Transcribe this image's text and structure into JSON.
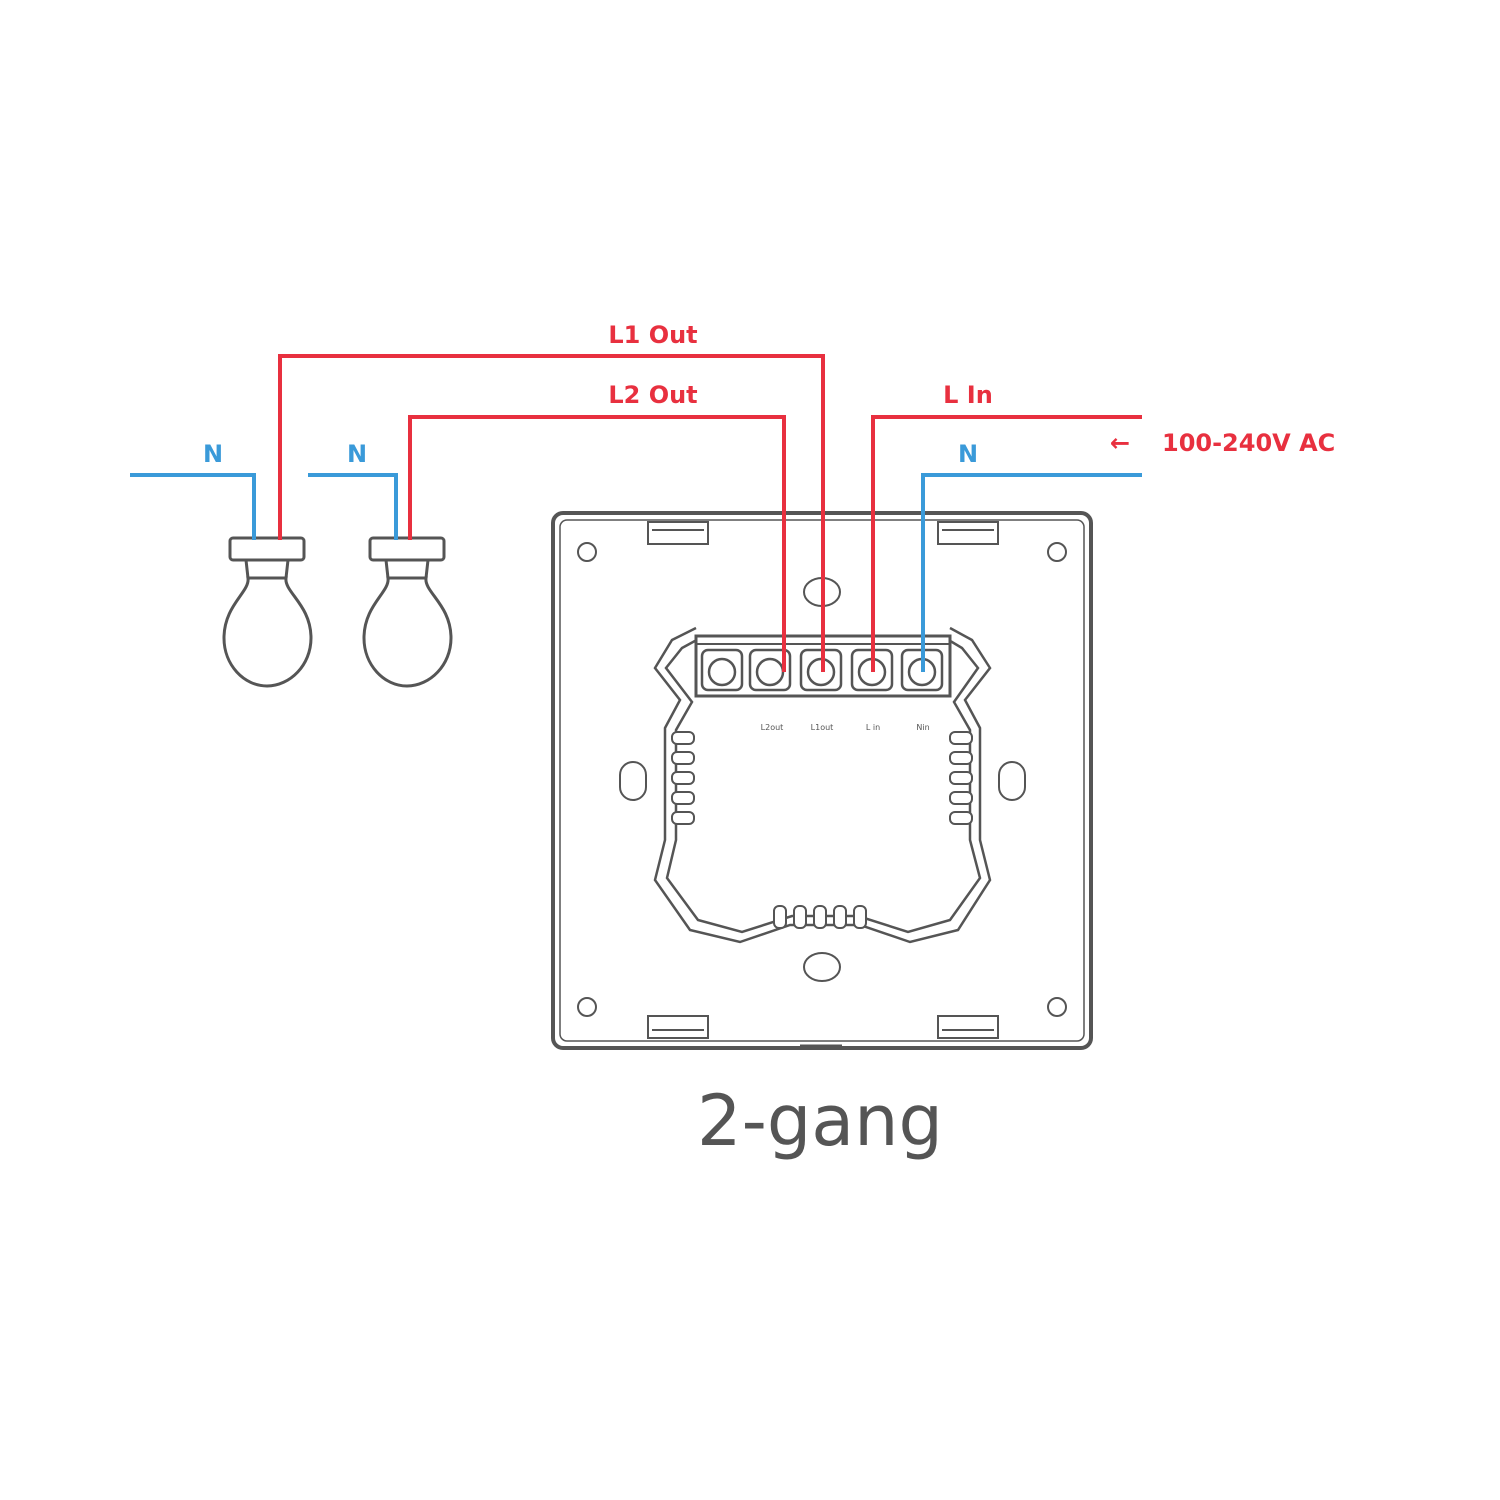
{
  "colors": {
    "live": "#e8303f",
    "neutral": "#3a9ad9",
    "outline": "#555555"
  },
  "labels": {
    "l1_out": "L1 Out",
    "l2_out": "L2 Out",
    "l_in": "L In",
    "n_bulb1": "N",
    "n_bulb2": "N",
    "n_supply": "N",
    "supply": "100-240V AC",
    "supply_arrow": "←"
  },
  "terminal_labels": {
    "l2": "L2out",
    "l1": "L1out",
    "lin": "L in",
    "n": "Nin"
  },
  "caption": "2-gang"
}
